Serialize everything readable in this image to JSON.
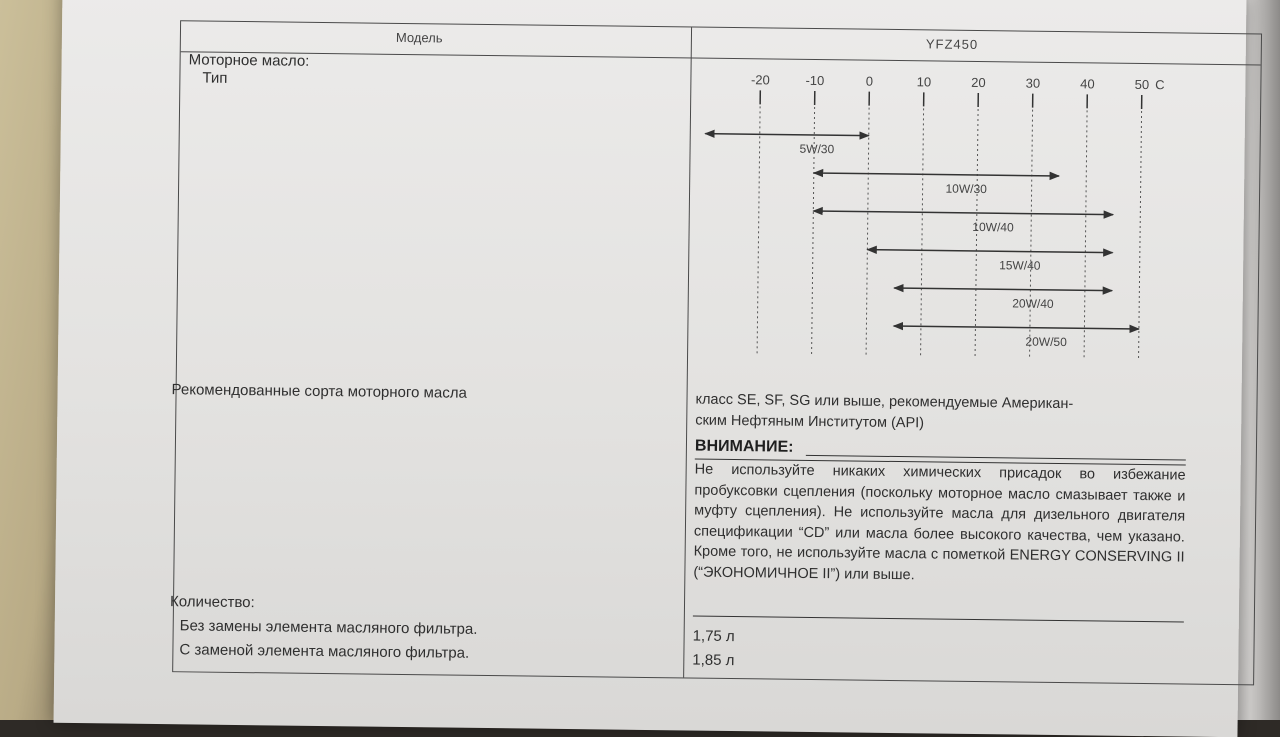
{
  "header": {
    "model_label": "Модель",
    "model_value": "YFZ450"
  },
  "left": {
    "oil_title": "Моторное масло:",
    "type_label": "Тип",
    "recommended_label": "Рекомендованные сорта моторного масла",
    "quantity_label": "Количество:",
    "without_filter": "Без замены элемента масляного фильтра.",
    "with_filter": "С заменой элемента масляного фильтра."
  },
  "right": {
    "api_line1": "класс SE, SF, SG или выше, рекомендуемые Американ-",
    "api_line2": "ским Нефтяным Институтом (API)",
    "warning_title": "ВНИМАНИЕ:",
    "warning_text": "Не используйте никаких химических присадок во избежание пробуксовки сцепления (поскольку моторное масло смазывает также и муфту сцепления). Не используйте масла для дизельного двигателя спецификации “CD” или масла более высокого качества, чем указано. Кроме того, не используйте масла с пометкой ENERGY CONSERVING II (“ЭКОНОМИЧНОЕ II”) или выше.",
    "qty_without_filter": "1,75 л",
    "qty_with_filter": "1,85 л"
  },
  "chart_data": {
    "type": "range",
    "x_unit": "C",
    "ticks": [
      -20,
      -10,
      0,
      10,
      20,
      30,
      40,
      50
    ],
    "xlim": [
      -20,
      50
    ],
    "series": [
      {
        "name": "5W/30",
        "from": -30,
        "to": 0
      },
      {
        "name": "10W/30",
        "from": -10,
        "to": 35
      },
      {
        "name": "10W/40",
        "from": -10,
        "to": 45
      },
      {
        "name": "15W/40",
        "from": 0,
        "to": 45
      },
      {
        "name": "20W/40",
        "from": 5,
        "to": 45
      },
      {
        "name": "20W/50",
        "from": 5,
        "to": 50
      }
    ]
  }
}
